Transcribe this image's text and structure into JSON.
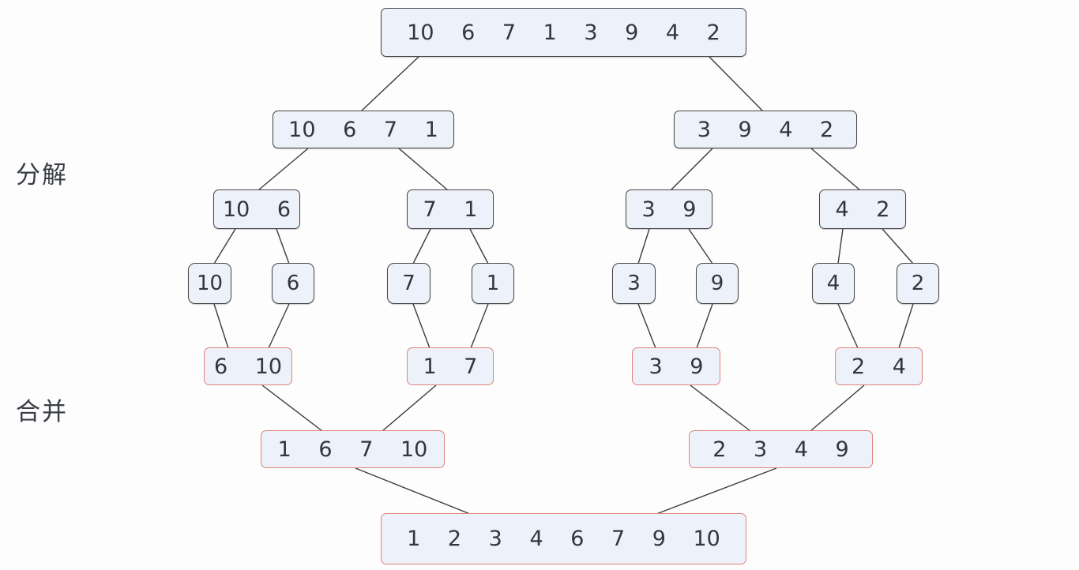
{
  "labels": {
    "decompose": "分解",
    "merge": "合并"
  },
  "colors": {
    "background": "#fdfdfe",
    "box_fill": "#edf1f9",
    "decompose_border": "#474747",
    "merge_border": "#e0837a",
    "edge_line": "#3c3c3c",
    "divider_line": "#6fa97c",
    "text": "#33363c"
  },
  "nodes": [
    {
      "id": "root",
      "phase": "decompose",
      "label": "10 6 7 1 3 9 4 2"
    },
    {
      "id": "split-left-4",
      "phase": "decompose",
      "label": "10 6 7 1"
    },
    {
      "id": "split-right-4",
      "phase": "decompose",
      "label": "3 9 4 2"
    },
    {
      "id": "split-10-6",
      "phase": "decompose",
      "label": "10 6"
    },
    {
      "id": "split-7-1",
      "phase": "decompose",
      "label": "7 1"
    },
    {
      "id": "split-3-9",
      "phase": "decompose",
      "label": "3 9"
    },
    {
      "id": "split-4-2",
      "phase": "decompose",
      "label": "4 2"
    },
    {
      "id": "single-10",
      "phase": "decompose",
      "label": "10"
    },
    {
      "id": "single-6",
      "phase": "decompose",
      "label": "6"
    },
    {
      "id": "single-7",
      "phase": "decompose",
      "label": "7"
    },
    {
      "id": "single-1",
      "phase": "decompose",
      "label": "1"
    },
    {
      "id": "single-3",
      "phase": "decompose",
      "label": "3"
    },
    {
      "id": "single-9",
      "phase": "decompose",
      "label": "9"
    },
    {
      "id": "single-4",
      "phase": "decompose",
      "label": "4"
    },
    {
      "id": "single-2",
      "phase": "decompose",
      "label": "2"
    },
    {
      "id": "merge-6-10",
      "phase": "merge",
      "label": "6 10"
    },
    {
      "id": "merge-1-7",
      "phase": "merge",
      "label": "1 7"
    },
    {
      "id": "merge-3-9",
      "phase": "merge",
      "label": "3 9"
    },
    {
      "id": "merge-2-4",
      "phase": "merge",
      "label": "2 4"
    },
    {
      "id": "merge-left-4",
      "phase": "merge",
      "label": "1 6 7 10"
    },
    {
      "id": "merge-right-4",
      "phase": "merge",
      "label": "2 3 4 9"
    },
    {
      "id": "merge-root",
      "phase": "merge",
      "label": "1 2 3 4 6 7 9 10"
    }
  ]
}
